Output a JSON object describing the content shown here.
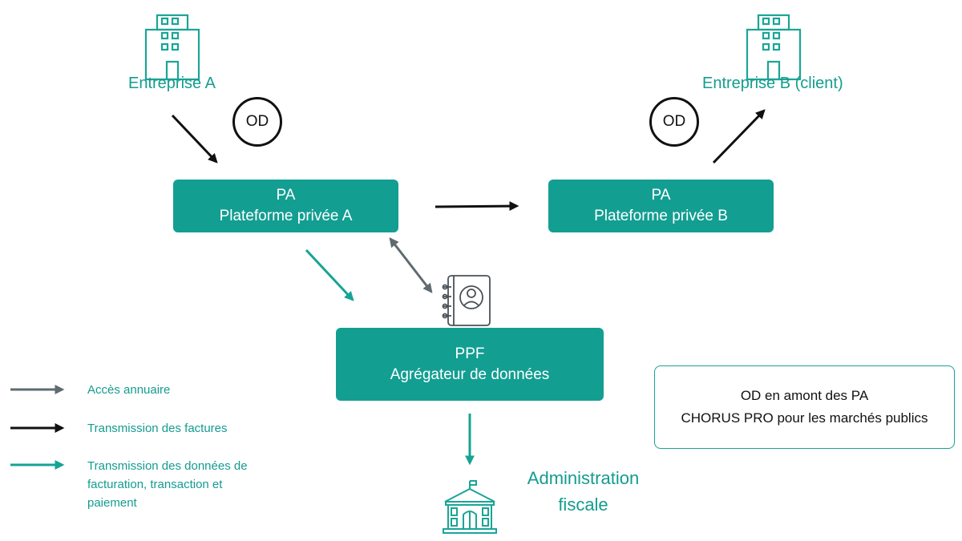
{
  "companies": {
    "a": {
      "label": "Entreprise A"
    },
    "b": {
      "label": "Entreprise B (client)"
    }
  },
  "od": {
    "a": "OD",
    "b": "OD"
  },
  "platforms": {
    "a": {
      "line1": "PA",
      "line2": "Plateforme privée A"
    },
    "b": {
      "line1": "PA",
      "line2": "Plateforme privée B"
    }
  },
  "ppf": {
    "line1": "PPF",
    "line2": "Agrégateur de données"
  },
  "admin": {
    "line1": "Administration",
    "line2": "fiscale"
  },
  "legend": {
    "annuaire": "Accès annuaire",
    "factures": "Transmission des factures",
    "donnees_l1": "Transmission des données de",
    "donnees_l2": "facturation, transaction et",
    "donnees_l3": "paiement"
  },
  "info": {
    "line1": "OD en amont des PA",
    "line2": "CHORUS PRO pour les marchés publics"
  },
  "colors": {
    "teal": "#139e92",
    "teal_text": "#149c8f",
    "grey_arrow": "#5f6b70",
    "black_arrow": "#111111"
  },
  "icons": [
    "building-icon",
    "directory-book-icon",
    "government-building-icon"
  ]
}
